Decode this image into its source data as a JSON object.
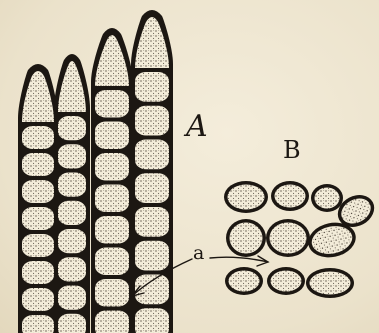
{
  "figure": {
    "labels": {
      "panel_a": "A",
      "panel_b": "B",
      "pointer": "a"
    },
    "panel_a": {
      "filament_count": 4,
      "cells_per_filament": [
        8,
        8,
        8,
        8
      ]
    },
    "panel_b": {
      "cell_rows": 3,
      "cells_per_row": [
        4,
        3,
        3
      ]
    },
    "colors": {
      "background": "#efe7d2",
      "outline": "#1c1712",
      "cell_fill": "#f3ecd9",
      "stipple": "#3a3128"
    }
  }
}
